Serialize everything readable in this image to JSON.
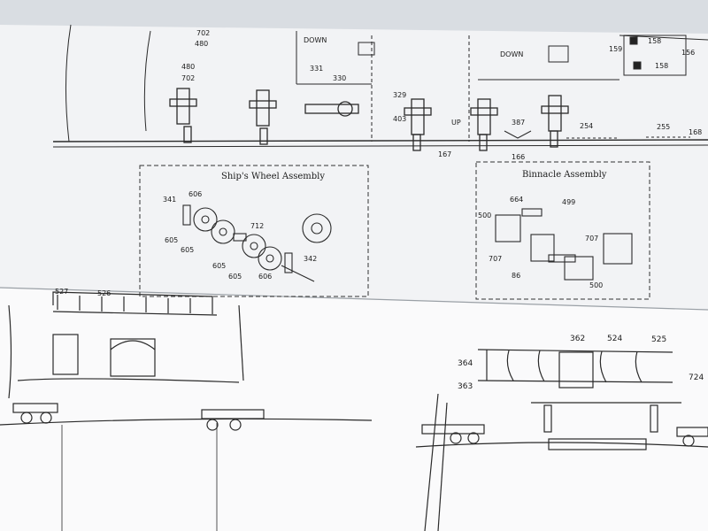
{
  "upper_sheet": {
    "labels": {
      "n702_top": "702",
      "n480_top": "480",
      "n480_left": "480",
      "n702_cannon": "702",
      "down_left": "DOWN",
      "n331": "331",
      "n330": "330",
      "n329": "329",
      "n403": "403",
      "up": "UP",
      "n167": "167",
      "n387": "387",
      "n166": "166",
      "n254": "254",
      "n255": "255",
      "n168": "168",
      "down_right": "DOWN",
      "n158a": "158",
      "n158b": "158",
      "n156": "156",
      "n159": "159"
    },
    "ships_wheel": {
      "title": "Ship's Wheel Assembly",
      "parts": {
        "p341": "341",
        "p606a": "606",
        "p605a": "605",
        "p605b": "605",
        "p712": "712",
        "p605c": "605",
        "p605d": "605",
        "p606b": "606",
        "p342": "342"
      }
    },
    "binnacle": {
      "title": "Binnacle Assembly",
      "parts": {
        "p664": "664",
        "p499": "499",
        "p500a": "500",
        "p707a": "707",
        "p707b": "707",
        "p86": "86",
        "p500b": "500"
      }
    }
  },
  "lower_sheet": {
    "labels": {
      "n527": "527",
      "n526": "526",
      "n362": "362",
      "n524": "524",
      "n525": "525",
      "n364": "364",
      "n363": "363",
      "n724": "724"
    }
  }
}
